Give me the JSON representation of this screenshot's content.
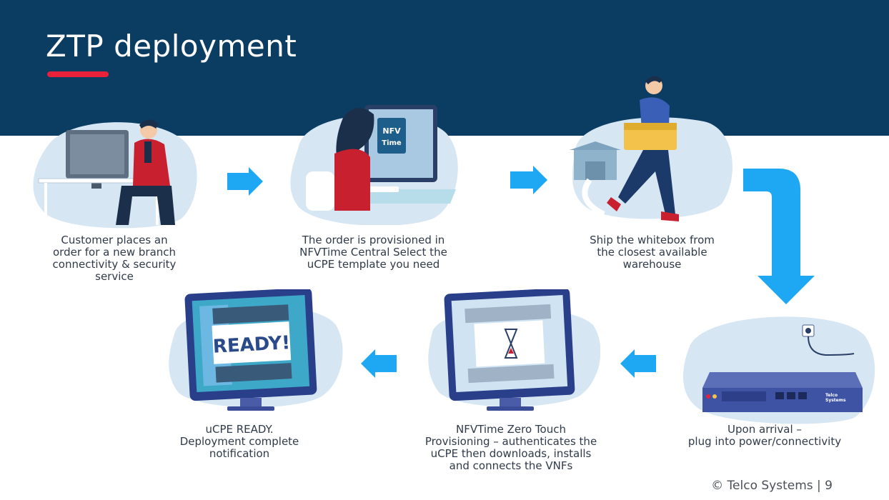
{
  "slide": {
    "title": "ZTP deployment",
    "footer": "© Telco Systems | 9"
  },
  "steps": [
    {
      "id": "order",
      "lines": [
        "Customer places an",
        "order for a new branch",
        "connectivity & security",
        "service"
      ]
    },
    {
      "id": "provision",
      "lines": [
        "The order is provisioned in",
        "NFVTime Central Select the",
        "uCPE template you need"
      ]
    },
    {
      "id": "ship",
      "lines": [
        "Ship the whitebox from",
        "the closest available",
        "warehouse"
      ]
    },
    {
      "id": "plug",
      "lines": [
        "Upon arrival –",
        "plug into power/connectivity"
      ]
    },
    {
      "id": "ztp",
      "lines": [
        "NFVTime Zero Touch",
        "Provisioning – authenticates the",
        "uCPE then downloads, installs",
        "and connects the VNFs"
      ]
    },
    {
      "id": "ready",
      "lines": [
        "uCPE READY.",
        "Deployment complete",
        "notification"
      ]
    }
  ],
  "illustrations": {
    "nfv_badge_line1": "NFV",
    "nfv_badge_line2": "Time",
    "ready_screen_text": "READY!",
    "device_brand_line1": "Telco",
    "device_brand_line2": "Systems"
  },
  "colors": {
    "header": "#0b3d63",
    "accent_red": "#e8213a",
    "arrow_blue": "#1ea7f2",
    "blob": "#d6e6f3"
  }
}
